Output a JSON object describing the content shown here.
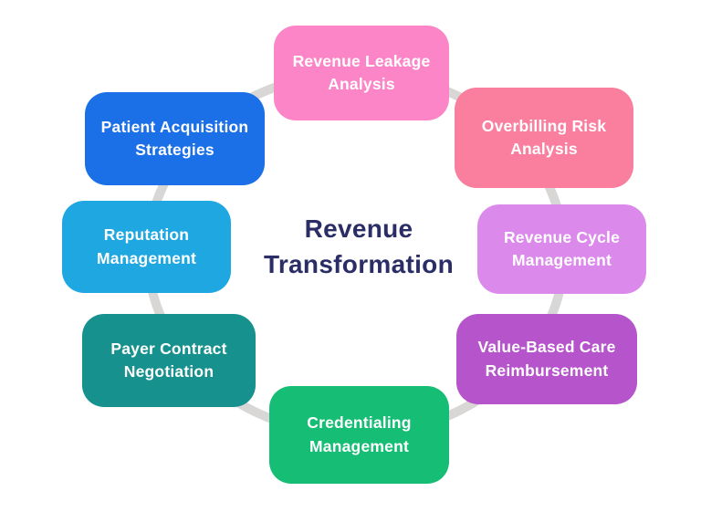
{
  "title": {
    "text": "Revenue Transformation",
    "line1": "Revenue",
    "line2": "Transformation",
    "color": "#2b2d66"
  },
  "ring": {
    "color": "#d9d6d6"
  },
  "background_color": "#ffffff",
  "nodes": [
    {
      "id": "revenue-leakage-analysis",
      "label": "Revenue Leakage Analysis",
      "color": "#fc85c7"
    },
    {
      "id": "overbilling-risk-analysis",
      "label": "Overbilling Risk Analysis",
      "color": "#fa7f9e"
    },
    {
      "id": "revenue-cycle-management",
      "label": "Revenue Cycle Management",
      "color": "#db8aec"
    },
    {
      "id": "value-based-care-reimbursement",
      "label": "Value-Based Care Reimbursement",
      "color": "#b554cb"
    },
    {
      "id": "credentialing-management",
      "label": "Credentialing Management",
      "color": "#16bd74"
    },
    {
      "id": "payer-contract-negotiation",
      "label": "Payer Contract Negotiation",
      "color": "#17918e"
    },
    {
      "id": "reputation-management",
      "label": "Reputation Management",
      "color": "#1ea7e0"
    },
    {
      "id": "patient-acquisition-strategies",
      "label": "Patient Acquisition Strategies",
      "color": "#1b70e8"
    }
  ]
}
